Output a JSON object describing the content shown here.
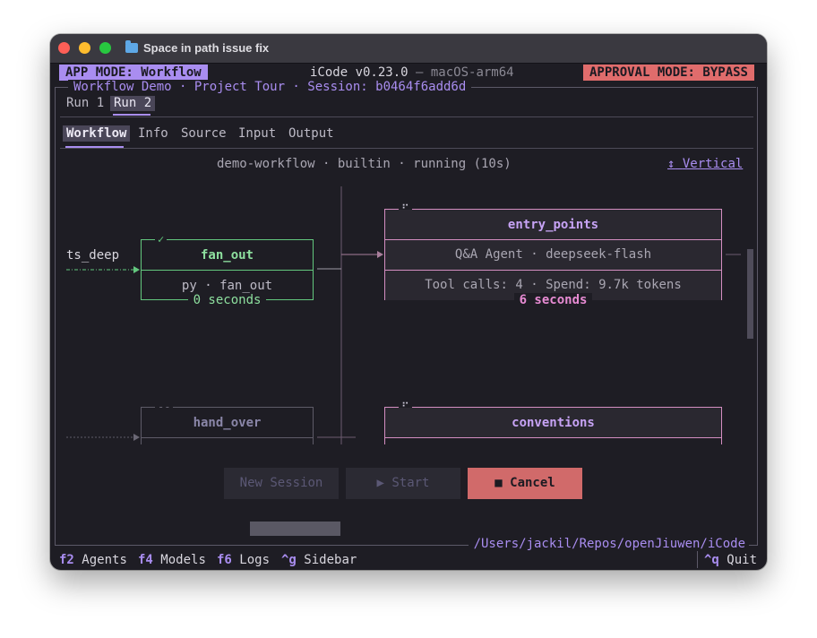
{
  "window": {
    "title": "Space in path issue fix"
  },
  "header": {
    "app_mode": "APP MODE: Workflow",
    "app_name": "iCode v0.23.0",
    "app_sep": " — ",
    "app_platform": "macOS-arm64",
    "approval_mode": "APPROVAL MODE: BYPASS"
  },
  "session_line": "Workflow Demo · Project Tour · Session: b0464f6add6d",
  "run_tabs": [
    "Run 1",
    "Run 2"
  ],
  "active_run_tab": "Run 2",
  "subtabs": [
    "Workflow",
    "Info",
    "Source",
    "Input",
    "Output"
  ],
  "active_subtab": "Workflow",
  "status_line": "demo-workflow · builtin · running (10s)",
  "orientation_toggle": {
    "icon": "vertical-arrows-icon",
    "glyph": "↕",
    "label": "Vertical"
  },
  "graph": {
    "left_stub_label": "ts_deep",
    "nodes": [
      {
        "name": "fan_out",
        "status_icon": "✓",
        "body": "py · fan_out",
        "footer": "0 seconds",
        "state": "done"
      },
      {
        "name": "entry_points",
        "status_icon": "⠋",
        "row1": "Q&A Agent · deepseek-flash",
        "row2": "Tool calls: 4 · Spend: 9.7k tokens",
        "footer": "6 seconds",
        "state": "running"
      },
      {
        "name": "hand_over",
        "status_icon": "--",
        "state": "pending"
      },
      {
        "name": "conventions",
        "status_icon": "⠋",
        "state": "running"
      }
    ]
  },
  "buttons": {
    "new_session": "New Session",
    "start": "▶ Start",
    "cancel": "■ Cancel"
  },
  "cwd_path": "/Users/jackil/Repos/openJiuwen/iCode",
  "footer": {
    "items": [
      {
        "key": "f2",
        "label": "Agents"
      },
      {
        "key": "f4",
        "label": "Models"
      },
      {
        "key": "f6",
        "label": "Logs"
      },
      {
        "key": "^g",
        "label": "Sidebar"
      }
    ],
    "quit": {
      "key": "^q",
      "label": "Quit"
    }
  },
  "colors": {
    "accent": "#a98df0",
    "success": "#63c77e",
    "running": "#d48ec1",
    "danger": "#d16a6a",
    "background": "#1e1d24"
  }
}
